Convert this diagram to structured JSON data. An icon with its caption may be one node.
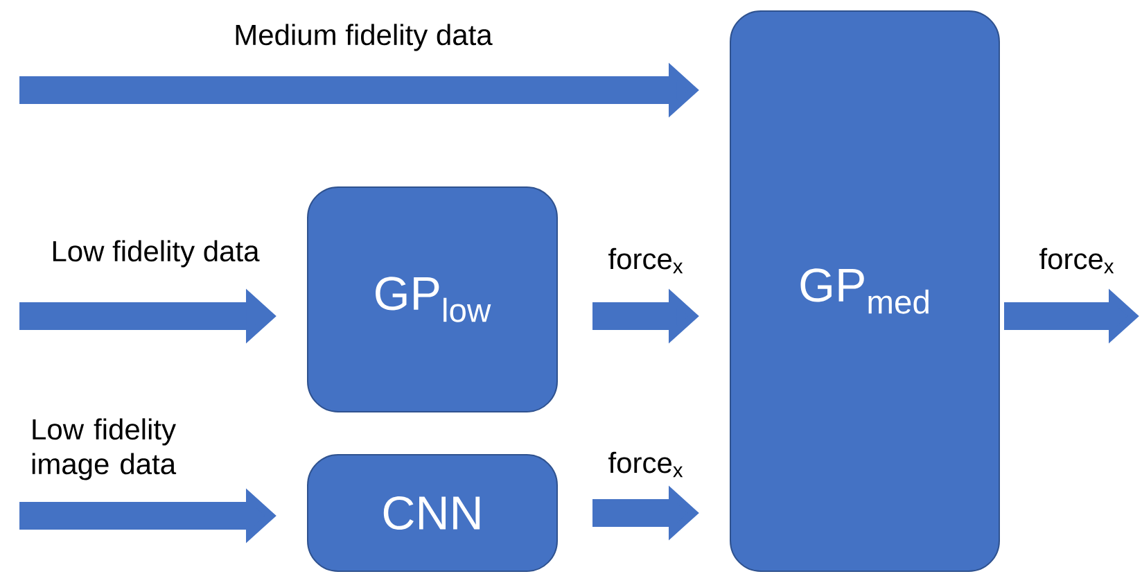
{
  "diagram": {
    "nodes": [
      {
        "text": [
          "GP$_{low}$"
        ]
      },
      {
        "text": [
          "CNN"
        ]
      },
      {
        "text": [
          "GP$_{med}$"
        ]
      }
    ],
    "edges": [
      {
        "from": null,
        "to": 2,
        "arrow": "to",
        "label": "Medium fidelity data"
      },
      {
        "from": null,
        "to": 0,
        "arrow": "to",
        "label": "Low fidelity data"
      },
      {
        "from": null,
        "to": 1,
        "arrow": "to",
        "label": "Low fidelity image data"
      },
      {
        "from": 0,
        "to": 2,
        "arrow": "to",
        "label": "force$_{x}$"
      },
      {
        "from": 1,
        "to": 2,
        "arrow": "to",
        "label": "force$_{x}$"
      },
      {
        "from": 2,
        "to": null,
        "arrow": "to",
        "label": "force$_{x}$"
      }
    ]
  }
}
